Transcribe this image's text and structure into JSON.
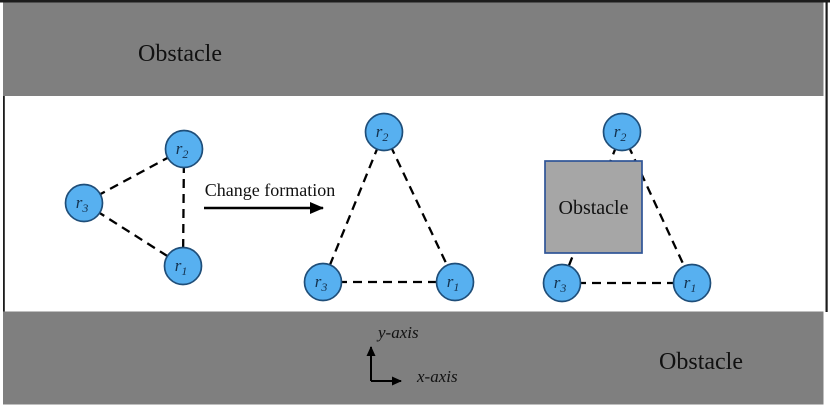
{
  "figure": {
    "top_wall_label": "Obstacle",
    "bottom_wall_label": "Obstacle",
    "obstacle_box_label": "Obstacle",
    "transition_label": "Change formation",
    "y_axis_label": "y-axis",
    "x_axis_label": "x-axis"
  },
  "robots": {
    "r1": {
      "base": "r",
      "sub": "1"
    },
    "r2": {
      "base": "r",
      "sub": "2"
    },
    "r3": {
      "base": "r",
      "sub": "3"
    }
  },
  "colors": {
    "wall_gray": "#7f7f7f",
    "obstacle_box_fill": "#a6a6a6",
    "obstacle_box_border": "#2f5597",
    "robot_fill": "#57b0f0",
    "robot_border": "#1f4e79",
    "line_color": "#000000"
  }
}
